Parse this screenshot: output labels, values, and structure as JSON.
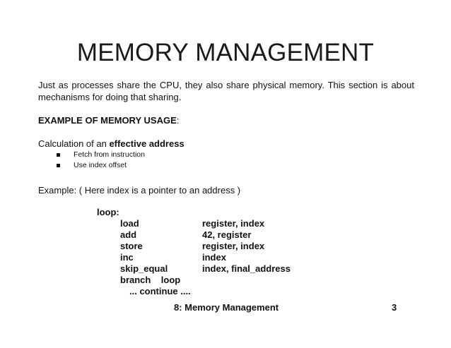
{
  "slide": {
    "title": "MEMORY MANAGEMENT",
    "intro": "Just as processes share the CPU, they also share physical memory. This section is about mechanisms for doing that sharing.",
    "section_heading": "EXAMPLE OF MEMORY USAGE",
    "section_heading_suffix": ":",
    "calc_prefix": "Calculation of an ",
    "calc_bold": "effective address",
    "bullets": [
      "Fetch from instruction",
      "Use index offset"
    ],
    "example_text": "Example: ( Here index is a pointer to an address )",
    "code": {
      "label": "loop:",
      "rows": [
        {
          "op": "load",
          "args": "register, index"
        },
        {
          "op": "add",
          "args": "42, register"
        },
        {
          "op": "store",
          "args": "register, index"
        },
        {
          "op": "inc",
          "args": "index"
        },
        {
          "op": "skip_equal",
          "args": "index, final_address"
        },
        {
          "op": "branch    loop",
          "args": ""
        }
      ],
      "continue": "... continue ...."
    },
    "footer": {
      "text": "8: Memory Management",
      "page": "3"
    }
  }
}
